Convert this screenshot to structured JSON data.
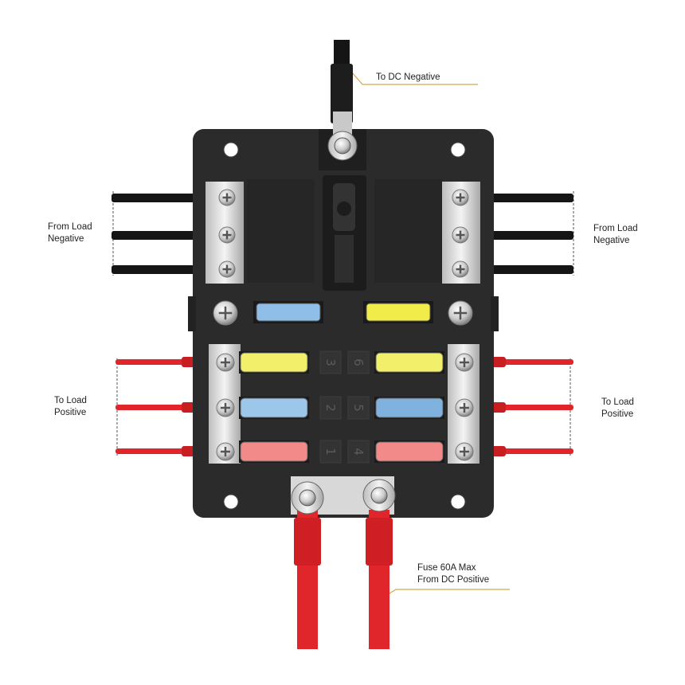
{
  "labels": {
    "dc_negative": "To DC Negative",
    "left_negative": [
      "From Load",
      "Negative"
    ],
    "right_negative": [
      "From Load",
      "Negative"
    ],
    "left_positive": [
      "To Load",
      "Positive"
    ],
    "right_positive": [
      "To Load",
      "Positive"
    ],
    "dc_positive": [
      "Fuse 60A Max",
      "From DC Positive"
    ]
  },
  "fuse_slots": [
    {
      "number": "3",
      "side": "left",
      "row": 1,
      "color": "#f2ef6a"
    },
    {
      "number": "2",
      "side": "left",
      "row": 2,
      "color": "#9cc6ea"
    },
    {
      "number": "1",
      "side": "left",
      "row": 3,
      "color": "#f28a8a"
    },
    {
      "number": "6",
      "side": "right",
      "row": 1,
      "color": "#f2ef6a"
    },
    {
      "number": "5",
      "side": "right",
      "row": 2,
      "color": "#7fb3de"
    },
    {
      "number": "4",
      "side": "right",
      "row": 3,
      "color": "#f28a8a"
    }
  ],
  "spare_fuses": [
    {
      "color": "#8fbfe8"
    },
    {
      "color": "#f2ec4a"
    }
  ],
  "colors": {
    "callout": "#d4a849",
    "box": "#2b2b2b",
    "wire_red": "#e0262b",
    "wire_black": "#151515"
  }
}
